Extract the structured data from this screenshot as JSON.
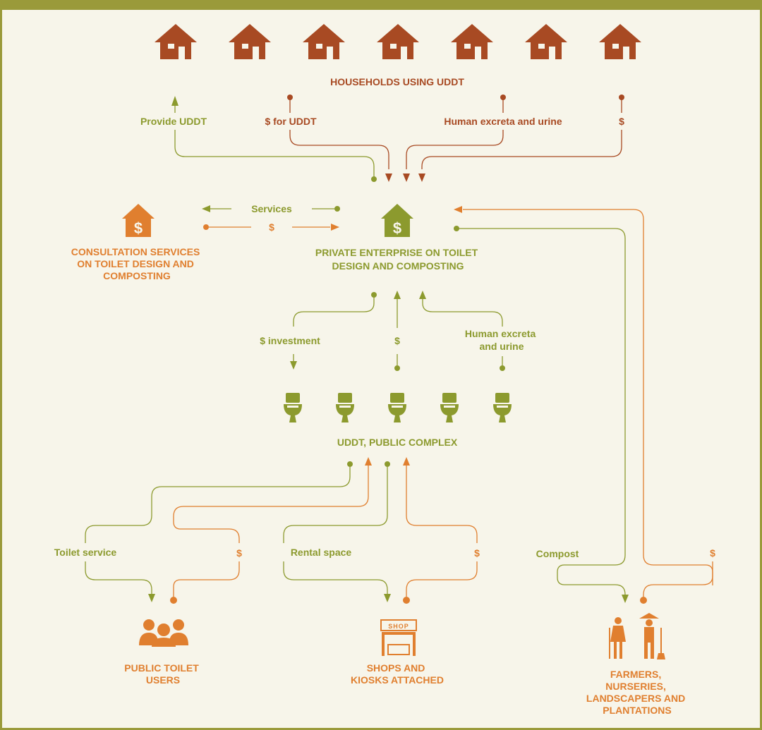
{
  "colors": {
    "olive": "#8c9a2e",
    "rust": "#a84a23",
    "orange": "#e07f2f",
    "border": "#9a9a3a",
    "bg": "#f7f5ea"
  },
  "households": {
    "label": "HOUSEHOLDS USING UDDT",
    "icon": "house-icon",
    "count": 7
  },
  "household_flows": {
    "provide": "Provide UDDT",
    "payment": "$ for UDDT",
    "excreta": "Human excreta and urine",
    "dollar": "$"
  },
  "consultation": {
    "icon": "dollar-house-icon",
    "lines": [
      "CONSULTATION SERVICES",
      "ON TOILET DESIGN AND",
      "COMPOSTING"
    ]
  },
  "consult_flows": {
    "services": "Services",
    "dollar": "$"
  },
  "enterprise": {
    "icon": "dollar-house-icon",
    "lines": [
      "PRIVATE ENTERPRISE ON TOILET",
      "DESIGN AND COMPOSTING"
    ]
  },
  "enterprise_flows": {
    "investment": "$ investment",
    "dollar": "$",
    "excreta_1": "Human excreta",
    "excreta_2": "and urine"
  },
  "uddt": {
    "label": "UDDT, PUBLIC COMPLEX",
    "icon": "toilet-icon",
    "count": 5
  },
  "bottom_flows": {
    "toilet_service": "Toilet service",
    "toilet_dollar": "$",
    "rental": "Rental space",
    "rental_dollar": "$",
    "compost": "Compost",
    "compost_dollar": "$"
  },
  "users": {
    "icon": "people-icon",
    "lines": [
      "PUBLIC TOILET",
      "USERS"
    ]
  },
  "shops": {
    "icon": "shop-icon",
    "sign": "SHOP",
    "lines": [
      "SHOPS AND",
      "KIOSKS ATTACHED"
    ]
  },
  "farmers": {
    "icon": "farmers-icon",
    "lines": [
      "FARMERS,",
      "NURSERIES,",
      "LANDSCAPERS AND",
      "PLANTATIONS"
    ]
  }
}
